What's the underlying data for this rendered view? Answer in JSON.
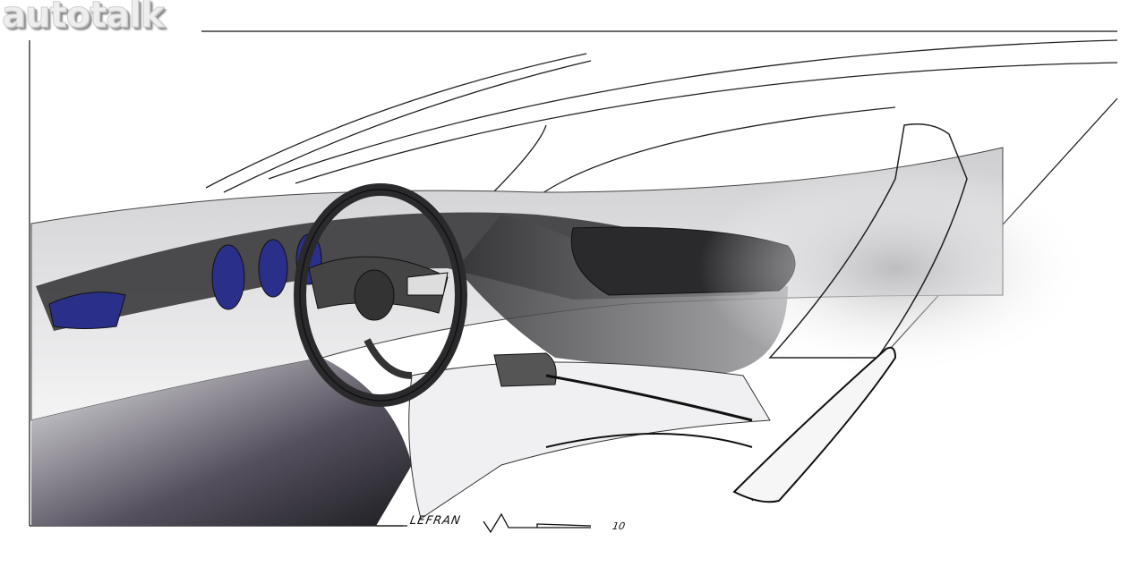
{
  "watermark": {
    "text": "autotalk"
  },
  "signature": {
    "text": "LEFRAN",
    "year": "10"
  },
  "colors": {
    "ink": "#1a1a1a",
    "shade_dark": "#3a3a3c",
    "shade_mid": "#8a8a8e",
    "shade_light": "#d6d6d8",
    "gauge_blue": "#2a2f8a",
    "floor_purple": "#4a3f5c"
  }
}
